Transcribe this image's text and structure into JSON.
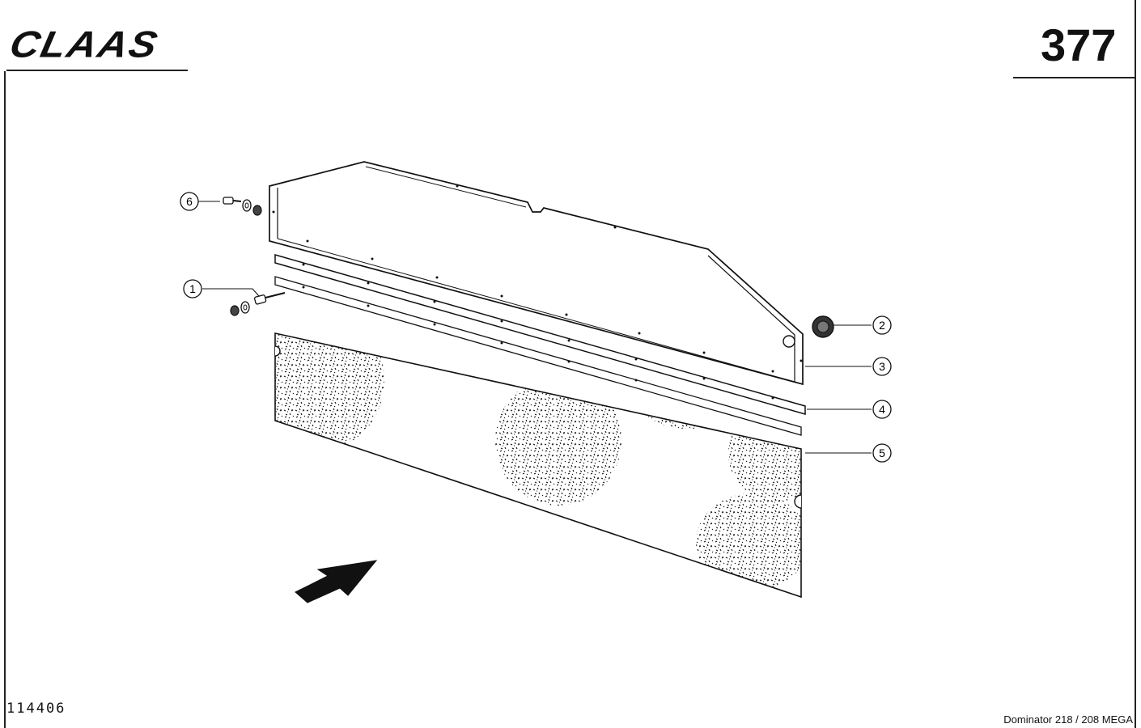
{
  "header": {
    "brand": "CLAAS",
    "page_number": "377"
  },
  "footer": {
    "reference_number": "114406",
    "model": "Dominator 218 / 208 MEGA"
  },
  "callouts": [
    {
      "label": "1",
      "part": "bolt"
    },
    {
      "label": "2",
      "part": "plug"
    },
    {
      "label": "3",
      "part": "side-panel"
    },
    {
      "label": "4",
      "part": "strip"
    },
    {
      "label": "5",
      "part": "perforated-sheet"
    },
    {
      "label": "6",
      "part": "bolt"
    }
  ],
  "icons": [
    "direction-arrow-icon",
    "bolt-icon",
    "washer-icon",
    "nut-icon",
    "plug-icon"
  ],
  "colors": {
    "ink": "#111111",
    "paper": "#ffffff"
  }
}
